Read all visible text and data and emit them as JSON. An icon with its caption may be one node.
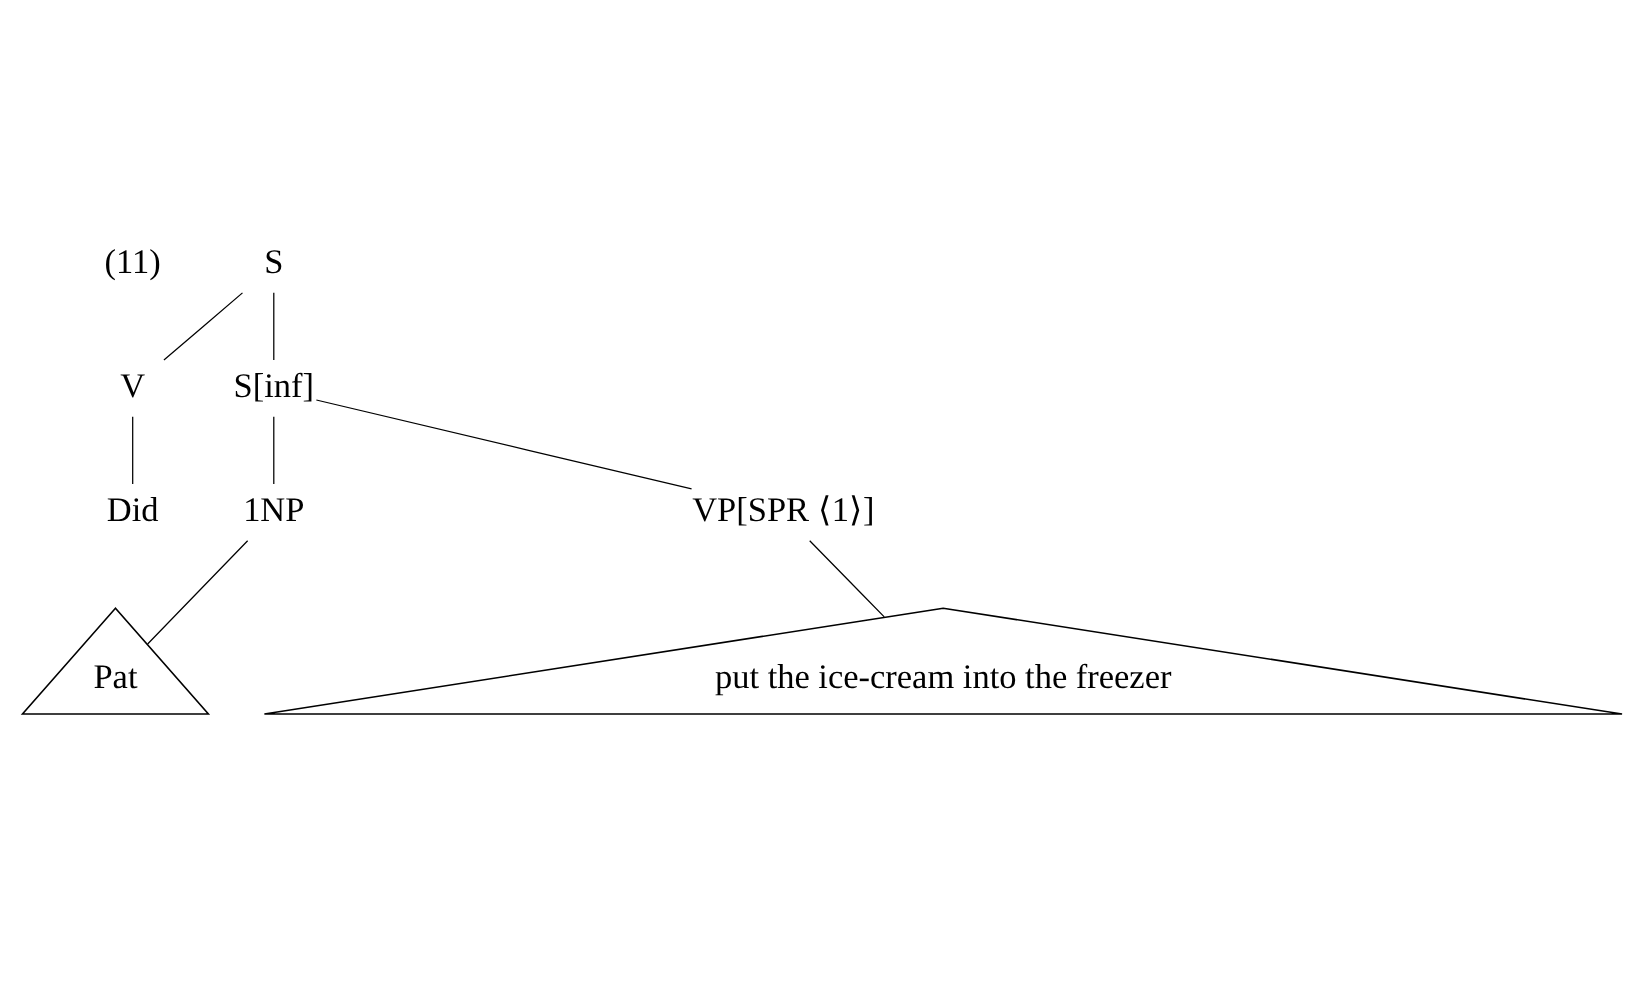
{
  "diagram": {
    "nodes": [
      {
        "text": [
          "S"
        ]
      },
      {
        "text": [
          "V"
        ]
      },
      {
        "text": [
          "S[inf]"
        ]
      },
      {
        "text": [
          "Did"
        ]
      },
      {
        "text": [
          "1NP"
        ]
      },
      {
        "text": [
          "VP[SPR ⟨1⟩]"
        ]
      },
      {
        "text": [
          "Pat"
        ]
      },
      {
        "text": [
          "put the ice-cream into the freezer"
        ]
      }
    ],
    "edges": [
      {
        "from": 0,
        "to": 1,
        "arrow": "none"
      },
      {
        "from": 0,
        "to": 2,
        "arrow": "none"
      },
      {
        "from": 1,
        "to": 3,
        "arrow": "none"
      },
      {
        "from": 2,
        "to": 4,
        "arrow": "none"
      },
      {
        "from": 2,
        "to": 5,
        "arrow": "none"
      },
      {
        "from": 4,
        "to": 6,
        "arrow": "none"
      },
      {
        "from": 5,
        "to": 7,
        "arrow": "none"
      }
    ],
    "labels": [
      "(11)"
    ]
  }
}
